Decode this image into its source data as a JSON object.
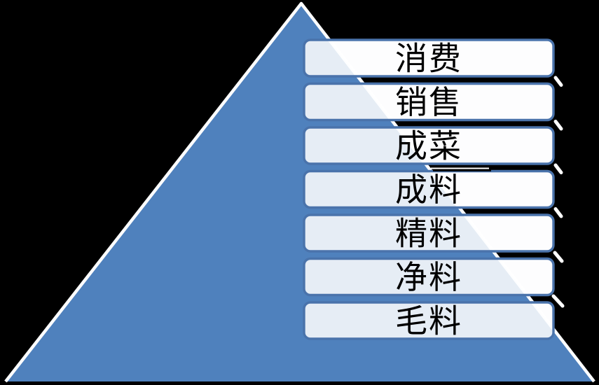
{
  "diagram": {
    "kind": "pyramid-list",
    "levels": [
      {
        "label": "消费"
      },
      {
        "label": "销售"
      },
      {
        "label": "成菜"
      },
      {
        "label": "成料"
      },
      {
        "label": "精料"
      },
      {
        "label": "净料"
      },
      {
        "label": "毛料"
      }
    ],
    "colors": {
      "background": "#000000",
      "pyramid_fill": "#4f81bd",
      "pyramid_outline": "#fcfdfe",
      "box_fill": "#fdfdfe",
      "box_tint": "#e8eef7",
      "box_border": "#4a73ab",
      "label_text": "#000000"
    }
  }
}
